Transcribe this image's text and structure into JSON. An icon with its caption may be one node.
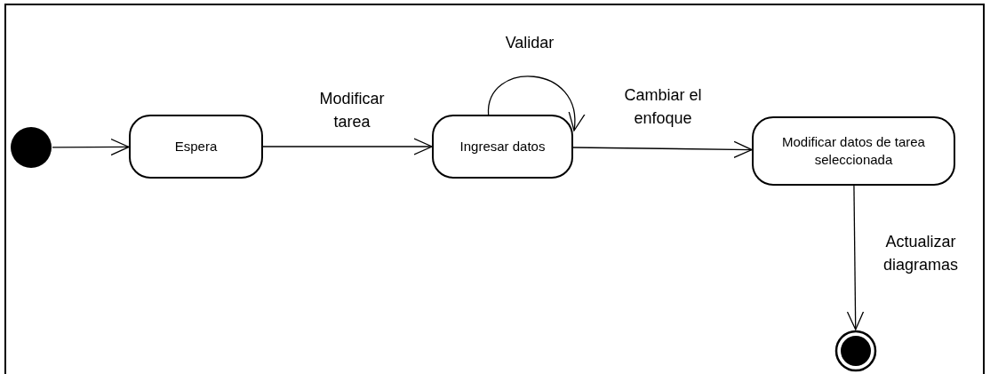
{
  "diagram": {
    "nodes": [
      {
        "text": [],
        "shape": "circle"
      },
      {
        "text": [
          "Espera"
        ]
      },
      {
        "text": [
          "Ingresar datos"
        ]
      },
      {
        "text": [
          "Modificar datos de tarea seleccionada"
        ]
      },
      {
        "text": [],
        "shape": "bullseye"
      }
    ],
    "edges": [
      {
        "from": 0,
        "to": 1,
        "arrow": "to"
      },
      {
        "from": 1,
        "to": 2,
        "arrow": "to",
        "label": "Modificar tarea"
      },
      {
        "from": 2,
        "to": 2,
        "arrow": "to",
        "label": "Validar"
      },
      {
        "from": 2,
        "to": 3,
        "arrow": "to",
        "label": "Cambiar el enfoque"
      },
      {
        "from": 3,
        "to": 4,
        "arrow": "to",
        "label": "Actualizar diagramas"
      }
    ]
  }
}
